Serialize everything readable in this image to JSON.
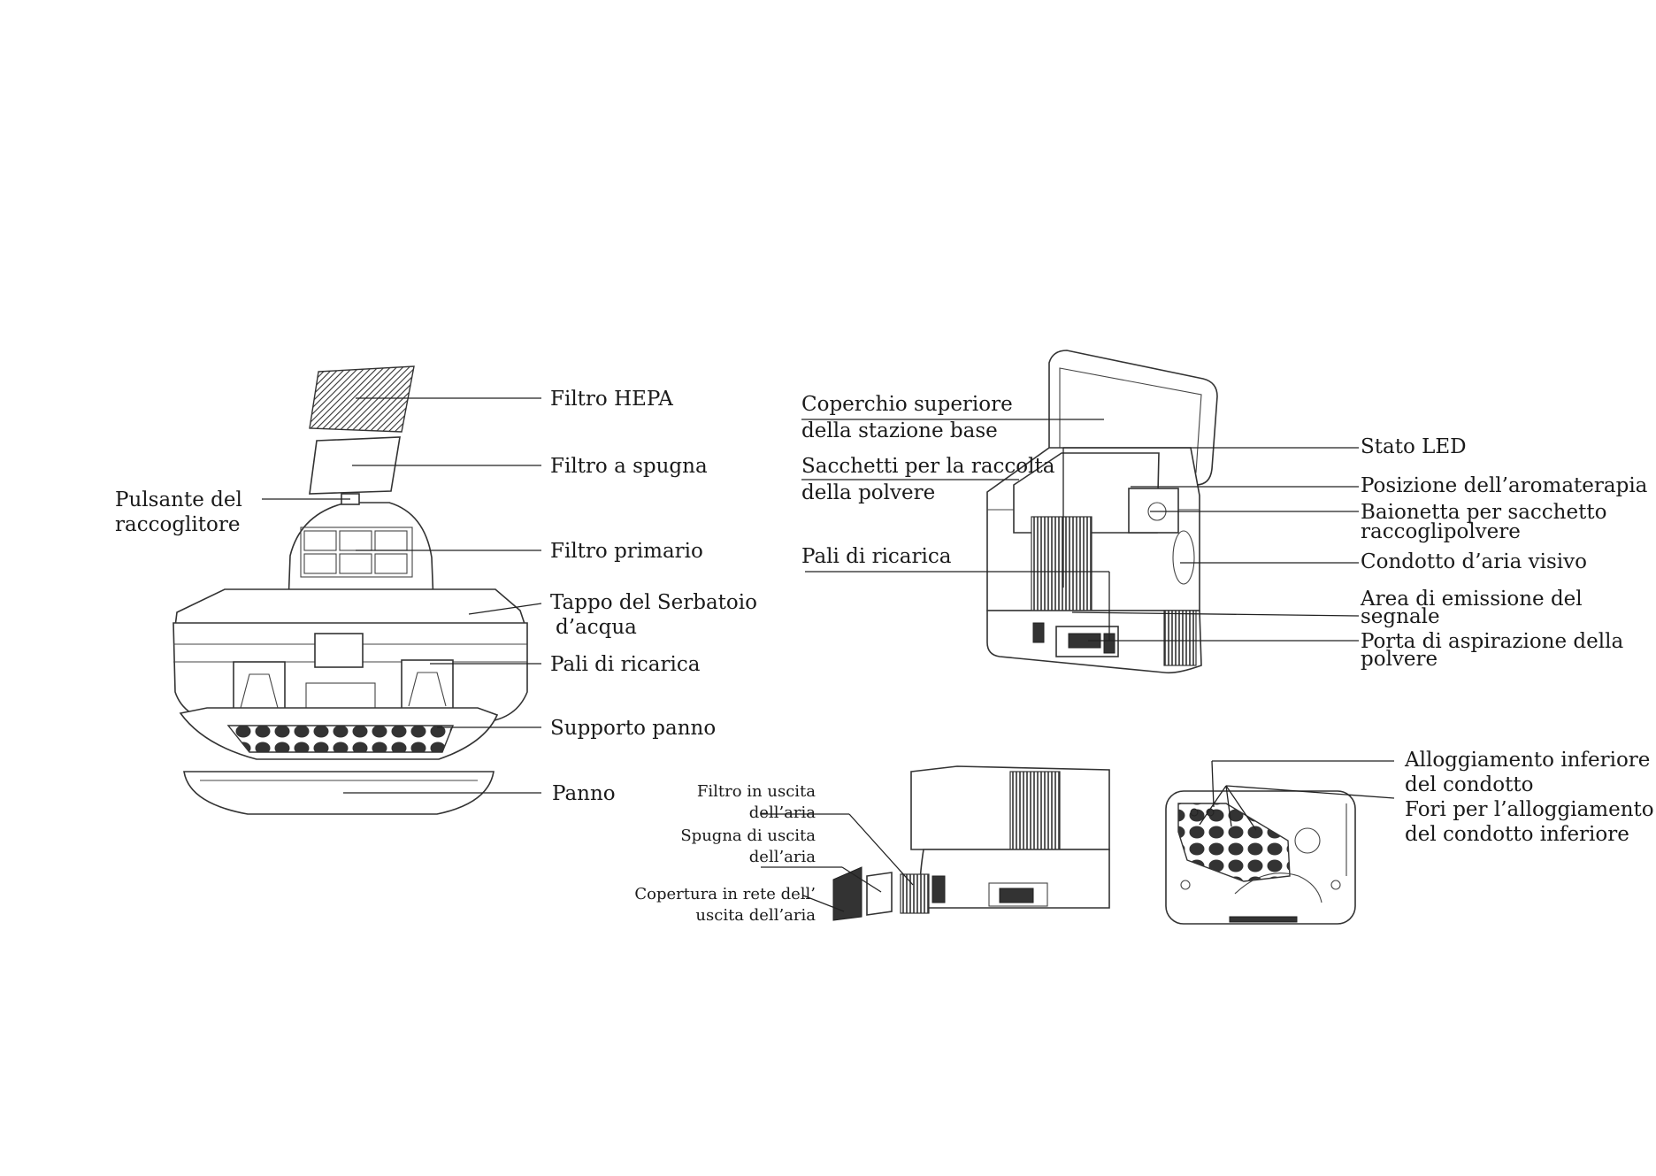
{
  "robot_labels": {
    "hepa": "Filtro HEPA",
    "sponge": "Filtro a spugna",
    "button_l1": "Pulsante del",
    "button_l2": "raccoglitore",
    "primary": "Filtro primario",
    "tank_l1": "Tappo del Serbatoio",
    "tank_l2": "d’acqua",
    "charge": "Pali di ricarica",
    "mop_holder": "Supporto panno",
    "mop": "Panno"
  },
  "station_labels": {
    "cover_l1": "Coperchio superiore",
    "cover_l2": "della stazione base",
    "bags_l1": "Sacchetti per la raccolta",
    "bags_l2": "della polvere",
    "charge": "Pali di ricarica",
    "led": "Stato LED",
    "aroma": "Posizione dell’aromaterapia",
    "bayonet_l1": "Baionetta per sacchetto",
    "bayonet_l2": "raccoglipolvere",
    "duct": "Condotto d’aria visivo",
    "signal_l1": "Area di emissione del",
    "signal_l2": "segnale",
    "suction_l1": "Porta di aspirazione della",
    "suction_l2": "polvere"
  },
  "exhaust_labels": {
    "filter_l1": "Filtro in uscita",
    "filter_l2": "dell’aria",
    "sponge_l1": "Spugna di uscita",
    "sponge_l2": "dell’aria",
    "mesh_l1": "Copertura in rete dell’",
    "mesh_l2": "uscita dell’aria"
  },
  "bottom_labels": {
    "housing_l1": "Alloggiamento inferiore",
    "housing_l2": "del condotto",
    "holes_l1": "Fori per l’alloggiamento",
    "holes_l2": "del condotto inferiore"
  }
}
